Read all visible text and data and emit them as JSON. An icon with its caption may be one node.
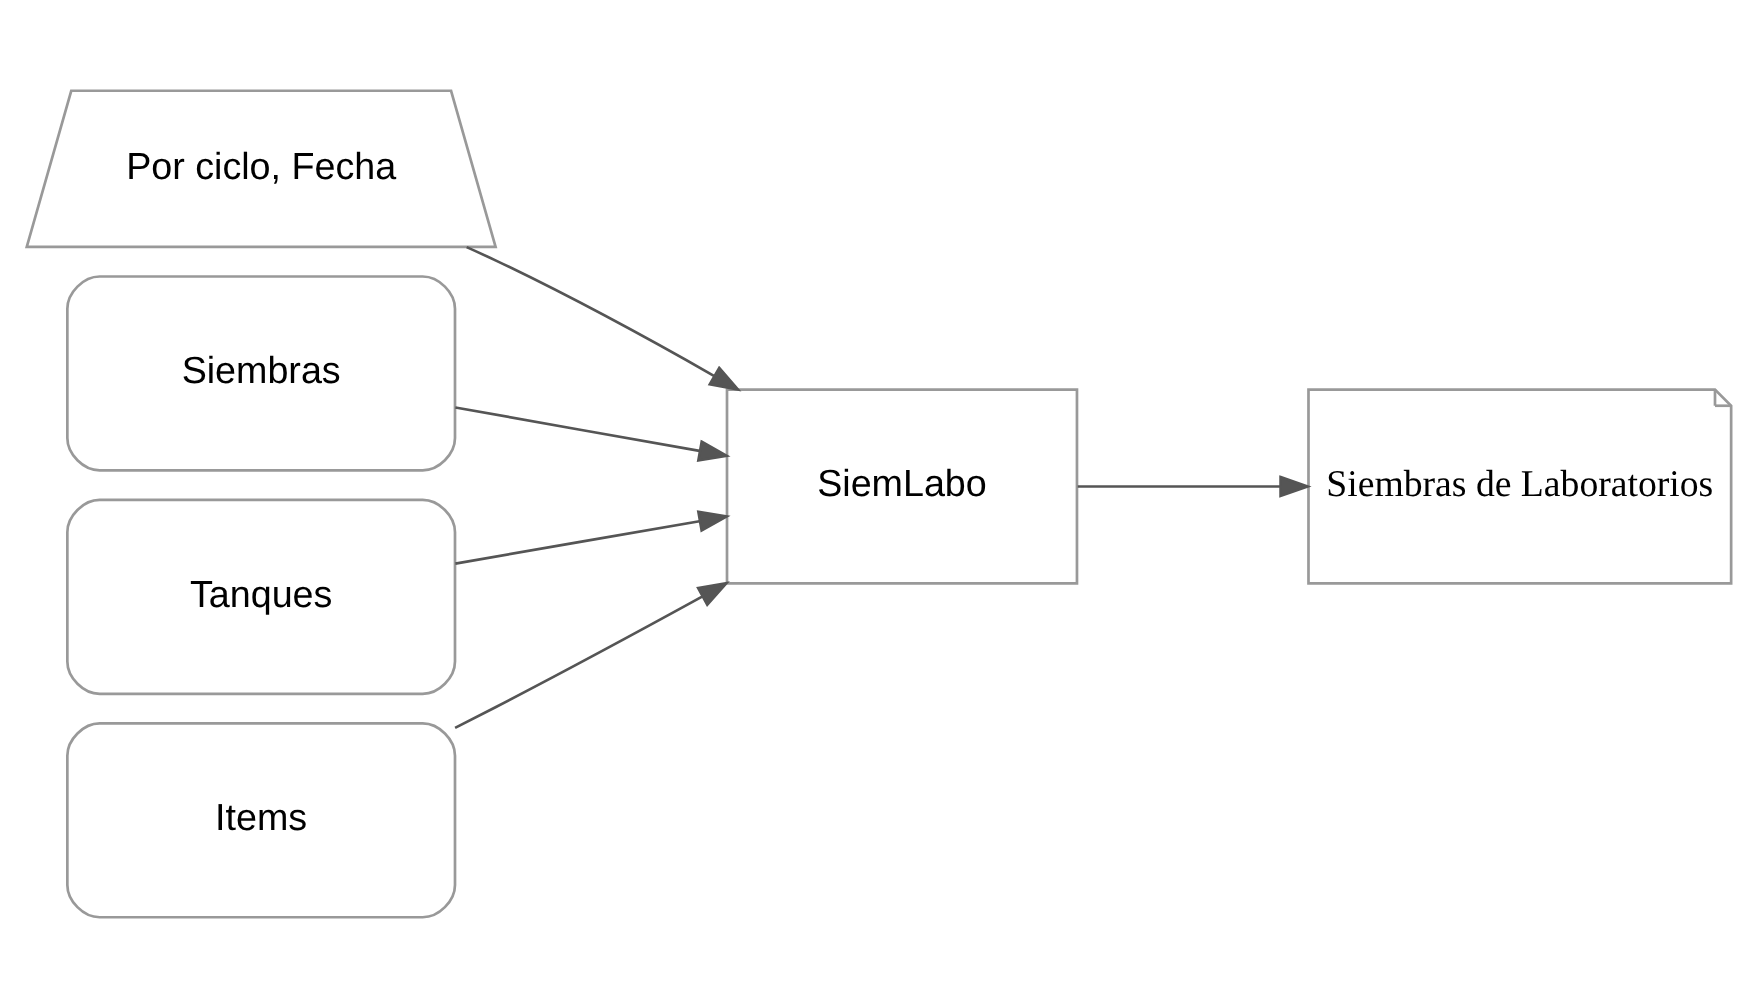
{
  "diagram": {
    "nodes": [
      {
        "text": [
          "Por ciclo, Fecha"
        ]
      },
      {
        "text": [
          "Siembras"
        ]
      },
      {
        "text": [
          "Tanques"
        ]
      },
      {
        "text": [
          "Items"
        ]
      },
      {
        "text": [
          "SiemLabo"
        ]
      },
      {
        "text": [
          "Siembras de Laboratorios"
        ]
      }
    ],
    "edges": [
      {
        "from": 0,
        "to": 4,
        "arrow": "to"
      },
      {
        "from": 1,
        "to": 4,
        "arrow": "to"
      },
      {
        "from": 2,
        "to": 4,
        "arrow": "to"
      },
      {
        "from": 3,
        "to": 4,
        "arrow": "to"
      },
      {
        "from": 4,
        "to": 5,
        "arrow": "to"
      }
    ]
  }
}
